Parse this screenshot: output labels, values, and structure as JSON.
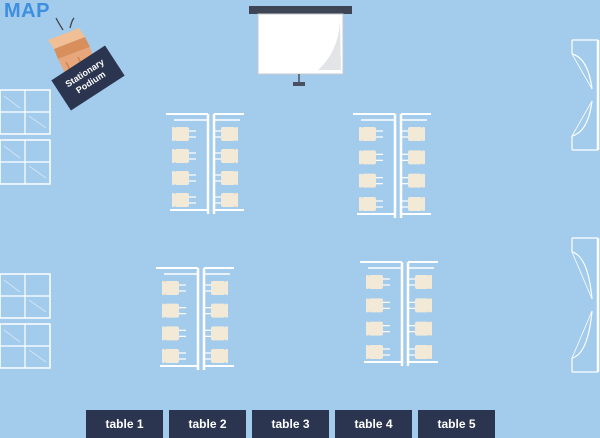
{
  "header": {
    "title": "MAP"
  },
  "podium": {
    "line1": "Stationary",
    "line2": "Podium"
  },
  "tabs": [
    {
      "label": "table 1"
    },
    {
      "label": "table 2"
    },
    {
      "label": "table 3"
    },
    {
      "label": "table 4"
    },
    {
      "label": "table 5"
    }
  ],
  "colors": {
    "background": "#a3cbec",
    "accent": "#3f8fe0",
    "navy": "#2b3550",
    "podium": "#e8a77a",
    "chair": "#f2ead7",
    "table": "#ffffff"
  },
  "icons": {
    "screen": "projector-screen-icon",
    "podium": "podium-icon",
    "window": "window-icon",
    "door": "door-icon",
    "chair": "chair-icon"
  }
}
